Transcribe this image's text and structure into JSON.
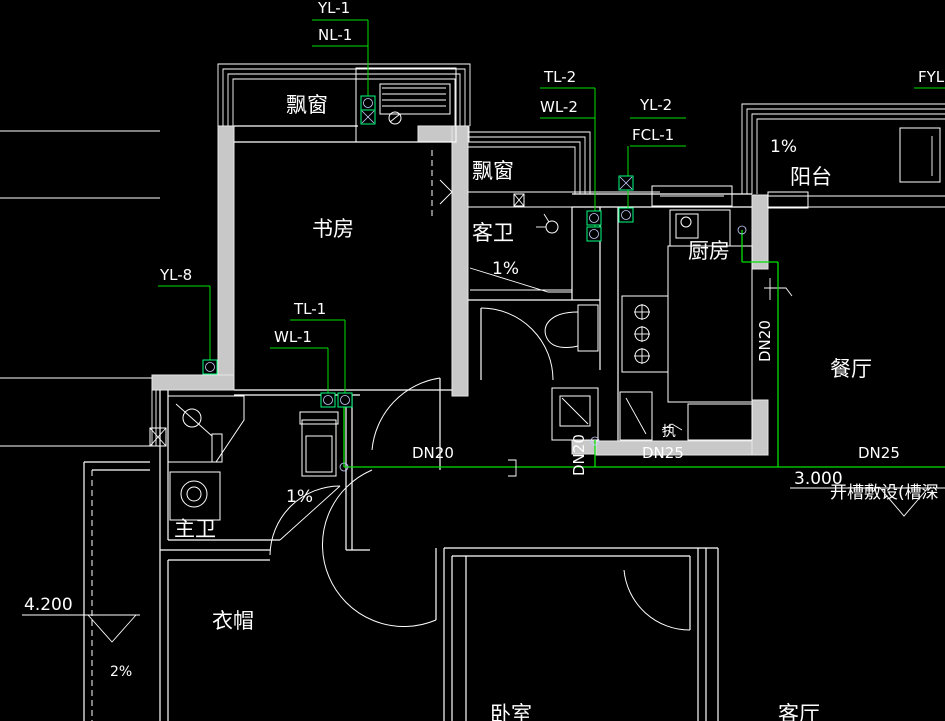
{
  "rooms": {
    "bay_window_1": "飘窗",
    "bay_window_2": "飘窗",
    "study": "书房",
    "guest_bath": "客卫",
    "kitchen": "厨房",
    "balcony": "阳台",
    "dining": "餐厅",
    "master_bath": "主卫",
    "cloakroom": "衣帽",
    "bedroom": "卧室",
    "living": "客厅"
  },
  "riser_labels": {
    "yl_1": "YL-1",
    "nl_1": "NL-1",
    "tl_2": "TL-2",
    "wl_2": "WL-2",
    "yl_2": "YL-2",
    "fcl_1": "FCL-1",
    "fyl": "FYL",
    "yl_8": "YL-8",
    "tl_1": "TL-1",
    "wl_1": "WL-1"
  },
  "pipe_sizes": {
    "dn20_main": "DN20",
    "dn20_vertical_a": "DN20",
    "dn20_vertical_b": "DN20",
    "dn25_kitchen": "DN25",
    "dn25_right": "DN25"
  },
  "slopes": {
    "balcony": "1%",
    "guest_bath": "1%",
    "master_bath": "1%",
    "left": "2%"
  },
  "elevations": {
    "left": "4.200",
    "right": "3.000"
  },
  "notes": {
    "groove": "开槽敷设(槽深"
  },
  "fixtures": {
    "kitchen_sink_label": "执"
  }
}
